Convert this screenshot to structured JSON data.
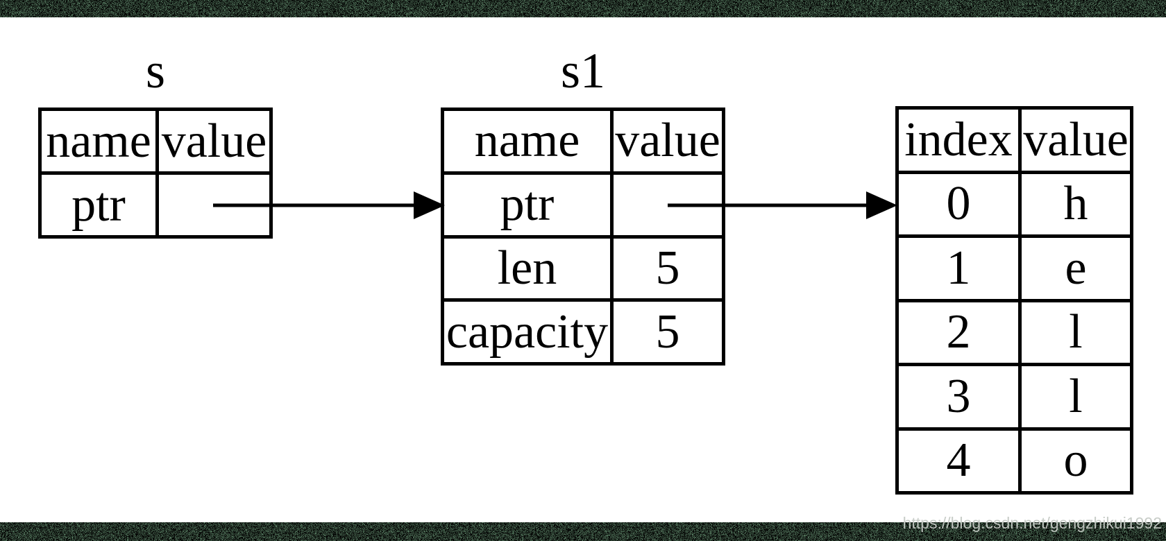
{
  "watermark": "https://blog.csdn.net/gengzhikui1992",
  "colors": {
    "stripe_green": "#587d62",
    "speckle_black": "#000000",
    "diagram_line": "#000000",
    "background": "#ffffff",
    "watermark_gray": "#c6cbc6"
  },
  "tables": {
    "s": {
      "title": "s",
      "headers": [
        "name",
        "value"
      ],
      "rows": [
        {
          "name": "ptr",
          "value": ""
        }
      ]
    },
    "s1": {
      "title": "s1",
      "headers": [
        "name",
        "value"
      ],
      "rows": [
        {
          "name": "ptr",
          "value": ""
        },
        {
          "name": "len",
          "value": "5"
        },
        {
          "name": "capacity",
          "value": "5"
        }
      ]
    },
    "heap": {
      "headers": [
        "index",
        "value"
      ],
      "rows": [
        {
          "index": "0",
          "value": "h"
        },
        {
          "index": "1",
          "value": "e"
        },
        {
          "index": "2",
          "value": "l"
        },
        {
          "index": "3",
          "value": "l"
        },
        {
          "index": "4",
          "value": "o"
        }
      ]
    }
  },
  "arrows": [
    {
      "name": "arrow-s-ptr-to-s1",
      "from": "s.ptr.value",
      "to": "s1"
    },
    {
      "name": "arrow-s1-ptr-to-heap",
      "from": "s1.ptr.value",
      "to": "heap.row0"
    }
  ]
}
